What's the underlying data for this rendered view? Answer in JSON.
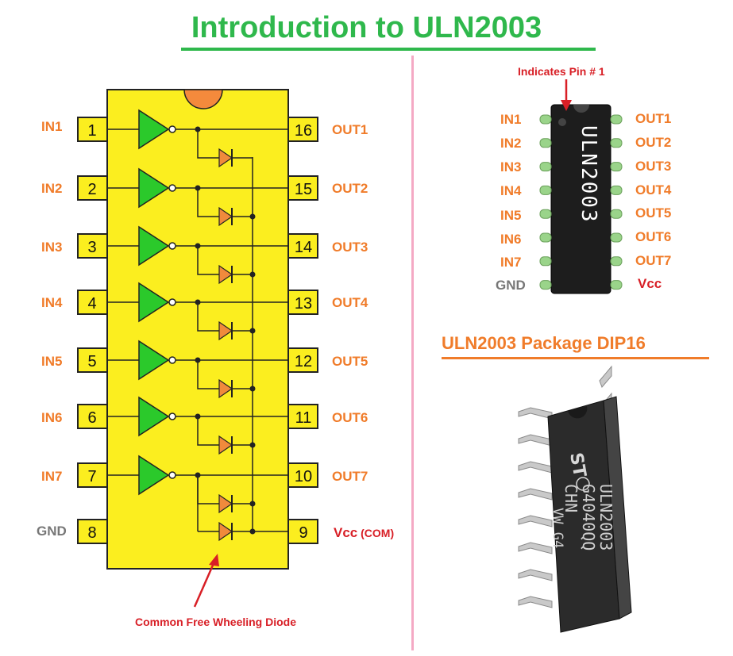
{
  "title": "Introduction to ULN2003",
  "schematic": {
    "left_labels": [
      "IN1",
      "IN2",
      "IN3",
      "IN4",
      "IN5",
      "IN6",
      "IN7",
      "GND"
    ],
    "left_pins": [
      "1",
      "2",
      "3",
      "4",
      "5",
      "6",
      "7",
      "8"
    ],
    "right_pins": [
      "16",
      "15",
      "14",
      "13",
      "12",
      "11",
      "10",
      "9"
    ],
    "right_labels": [
      "OUT1",
      "OUT2",
      "OUT3",
      "OUT4",
      "OUT5",
      "OUT6",
      "OUT7",
      "Vcc"
    ],
    "vcc_suffix": "(COM)",
    "diode_note": "Common Free Wheeling Diode"
  },
  "dip_pinout": {
    "pin1_note": "Indicates Pin # 1",
    "chip_text": "ULN2003",
    "left_labels": [
      "IN1",
      "IN2",
      "IN3",
      "IN4",
      "IN5",
      "IN6",
      "IN7",
      "GND"
    ],
    "right_labels": [
      "OUT1",
      "OUT2",
      "OUT3",
      "OUT4",
      "OUT5",
      "OUT6",
      "OUT7",
      "Vcc"
    ]
  },
  "package": {
    "title": "ULN2003 Package DIP16",
    "marking_lines": [
      "ULN2003",
      "G4040QQ",
      "CHN",
      "VW G4"
    ]
  },
  "colors": {
    "title_green": "#2fb84c",
    "label_orange": "#f07c2a",
    "chip_yellow": "#fbee1f",
    "buffer_green": "#2bc92b",
    "diode_orange": "#f08a3c",
    "note_red": "#d81f26"
  }
}
